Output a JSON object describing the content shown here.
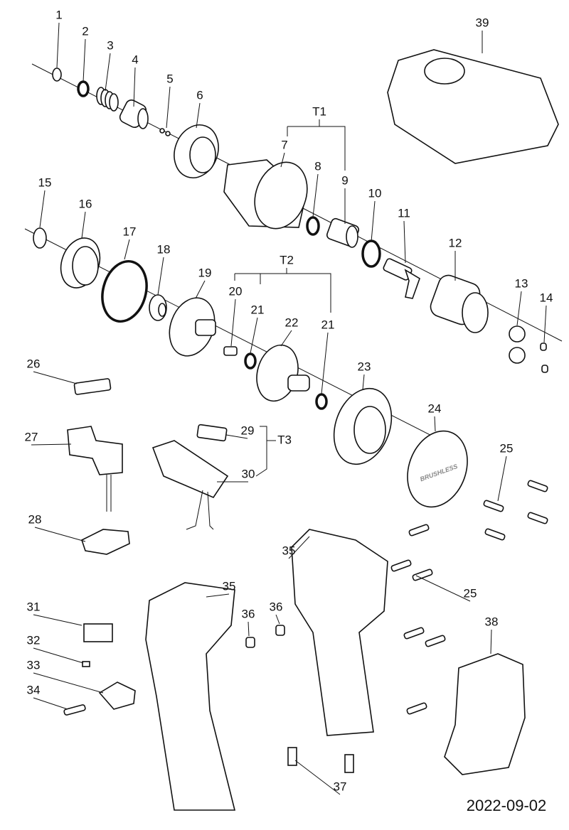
{
  "diagram": {
    "type": "exploded-parts-diagram",
    "part_labels": [
      "1",
      "2",
      "3",
      "4",
      "5",
      "6",
      "T1",
      "7",
      "8",
      "9",
      "10",
      "11",
      "12",
      "13",
      "14",
      "15",
      "16",
      "17",
      "18",
      "19",
      "T2",
      "20",
      "21",
      "22",
      "21",
      "23",
      "24",
      "25",
      "26",
      "27",
      "28",
      "29",
      "T3",
      "30",
      "35",
      "35",
      "25",
      "31",
      "32",
      "33",
      "34",
      "36",
      "36",
      "37",
      "38",
      "39"
    ],
    "brand_text": "BRUSHLESS",
    "date": "2022-09-02"
  }
}
